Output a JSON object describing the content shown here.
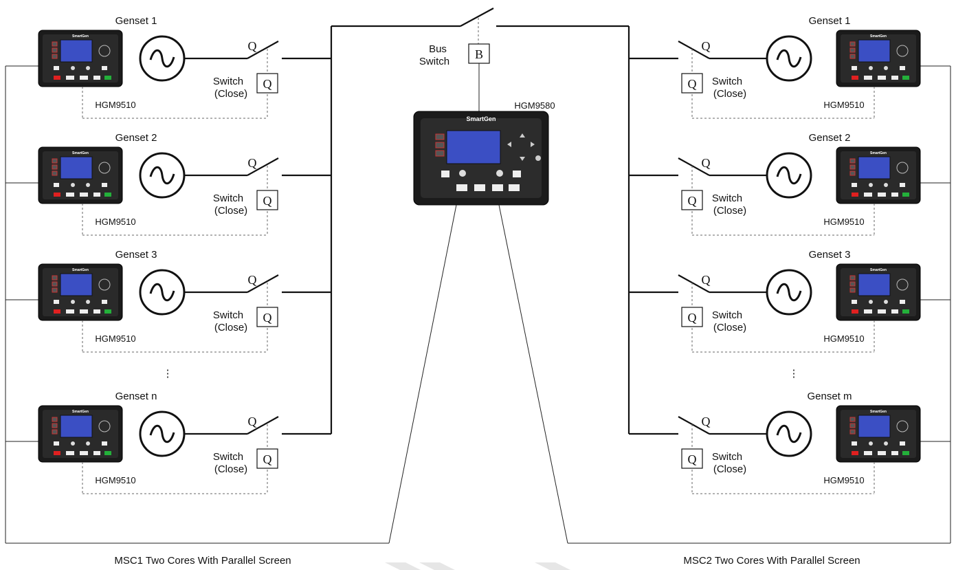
{
  "bus_switch": {
    "symbol": "B",
    "label_line1": "Bus",
    "label_line2": "Switch"
  },
  "main_controller": {
    "model": "HGM9580",
    "brand": "SmartGen"
  },
  "left_side": {
    "label": "MSC1 Two Cores With Parallel Screen",
    "ellipsis": "⋮",
    "gensets": [
      {
        "name": "Genset 1",
        "controller_model": "HGM9510",
        "brand": "SmartGen",
        "switch_symbol": "Q",
        "switch_label_line1": "Switch",
        "switch_label_line2": "(Close)"
      },
      {
        "name": "Genset 2",
        "controller_model": "HGM9510",
        "brand": "SmartGen",
        "switch_symbol": "Q",
        "switch_label_line1": "Switch",
        "switch_label_line2": "(Close)"
      },
      {
        "name": "Genset 3",
        "controller_model": "HGM9510",
        "brand": "SmartGen",
        "switch_symbol": "Q",
        "switch_label_line1": "Switch",
        "switch_label_line2": "(Close)"
      },
      {
        "name": "Genset n",
        "controller_model": "HGM9510",
        "brand": "SmartGen",
        "switch_symbol": "Q",
        "switch_label_line1": "Switch",
        "switch_label_line2": "(Close)"
      }
    ]
  },
  "right_side": {
    "label": "MSC2 Two Cores With Parallel Screen",
    "ellipsis": "⋮",
    "gensets": [
      {
        "name": "Genset 1",
        "controller_model": "HGM9510",
        "brand": "SmartGen",
        "switch_symbol": "Q",
        "switch_label_line1": "Switch",
        "switch_label_line2": "(Close)"
      },
      {
        "name": "Genset 2",
        "controller_model": "HGM9510",
        "brand": "SmartGen",
        "switch_symbol": "Q",
        "switch_label_line1": "Switch",
        "switch_label_line2": "(Close)"
      },
      {
        "name": "Genset 3",
        "controller_model": "HGM9510",
        "brand": "SmartGen",
        "switch_symbol": "Q",
        "switch_label_line1": "Switch",
        "switch_label_line2": "(Close)"
      },
      {
        "name": "Genset m",
        "controller_model": "HGM9510",
        "brand": "SmartGen",
        "switch_symbol": "Q",
        "switch_label_line1": "Switch",
        "switch_label_line2": "(Close)"
      }
    ]
  }
}
